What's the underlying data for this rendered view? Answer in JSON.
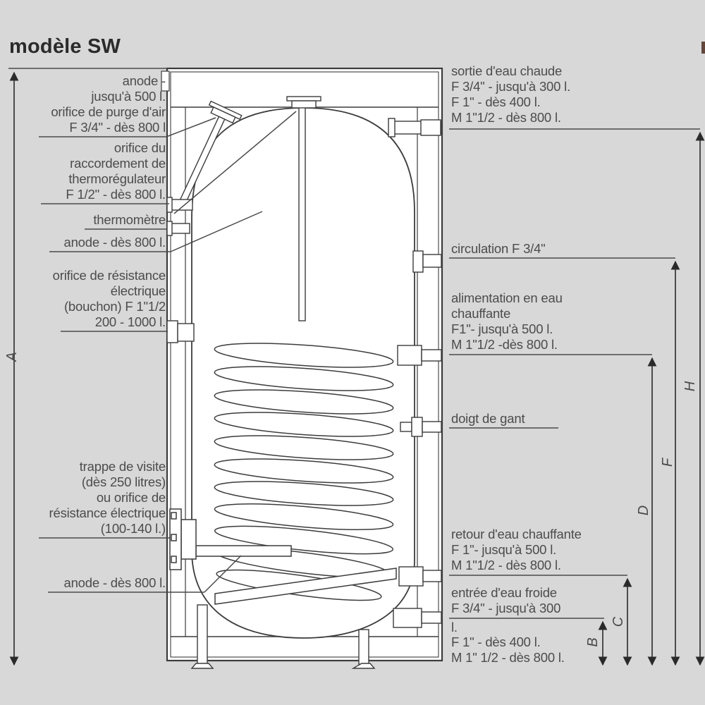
{
  "title": "modèle SW",
  "colors": {
    "background": "#d8d8d8",
    "line": "#3c3c3c",
    "label_text": "#4c4c4c",
    "title_text": "#2b2b2b",
    "tank_fill": "#ffffff"
  },
  "left_labels": [
    {
      "id": "anode-purge",
      "text": "anode -\njusqu'à 500 l.\norifice de purge d'air\nF 3/4\" - dès 800 l"
    },
    {
      "id": "thermoregulateur",
      "text": "orifice du\nraccordement de\nthermorégulateur\nF 1/2\" - dès 800 l."
    },
    {
      "id": "thermometre",
      "text": "thermomètre"
    },
    {
      "id": "anode-des-800-haut",
      "text": "anode - dès 800 l."
    },
    {
      "id": "resistance-electrique",
      "text": "orifice de résistance\nélectrique\n(bouchon) F 1\"1/2\n200 - 1000 l."
    },
    {
      "id": "trappe-de-visite",
      "text": "trappe de visite\n(dès 250 litres)\nou orifice de\nrésistance électrique\n(100-140 l.)"
    },
    {
      "id": "anode-des-800-bas",
      "text": "anode - dès 800 l."
    }
  ],
  "right_labels": [
    {
      "id": "sortie-eau-chaude",
      "text": "sortie d'eau chaude\nF 3/4\" - jusqu'à 300 l.\nF 1\" - dès 400 l.\nM 1\"1/2 - dès 800 l."
    },
    {
      "id": "circulation",
      "text": "circulation F 3/4\""
    },
    {
      "id": "alimentation",
      "text": "alimentation en eau\nchauffante\nF1\"- jusqu'à 500 l.\nM 1\"1/2 -dès 800 l."
    },
    {
      "id": "doigt-de-gant",
      "text": "doigt de gant"
    },
    {
      "id": "retour-eau-chauffante",
      "text": "retour d'eau chauffante\nF 1\"- jusqu'à 500 l.\nM 1\"1/2 - dès 800 l."
    },
    {
      "id": "entree-eau-froide-1",
      "text": "entrée d'eau froide\nF 3/4\" - jusqu'à 300"
    },
    {
      "id": "entree-eau-froide-2",
      "text": "l."
    },
    {
      "id": "entree-eau-froide-3",
      "text": "F 1\" - dès 400 l.\nM 1\" 1/2 - dès 800 l."
    }
  ],
  "dims": {
    "A": "A",
    "B": "B",
    "C": "C",
    "D": "D",
    "F": "F",
    "H": "H"
  }
}
